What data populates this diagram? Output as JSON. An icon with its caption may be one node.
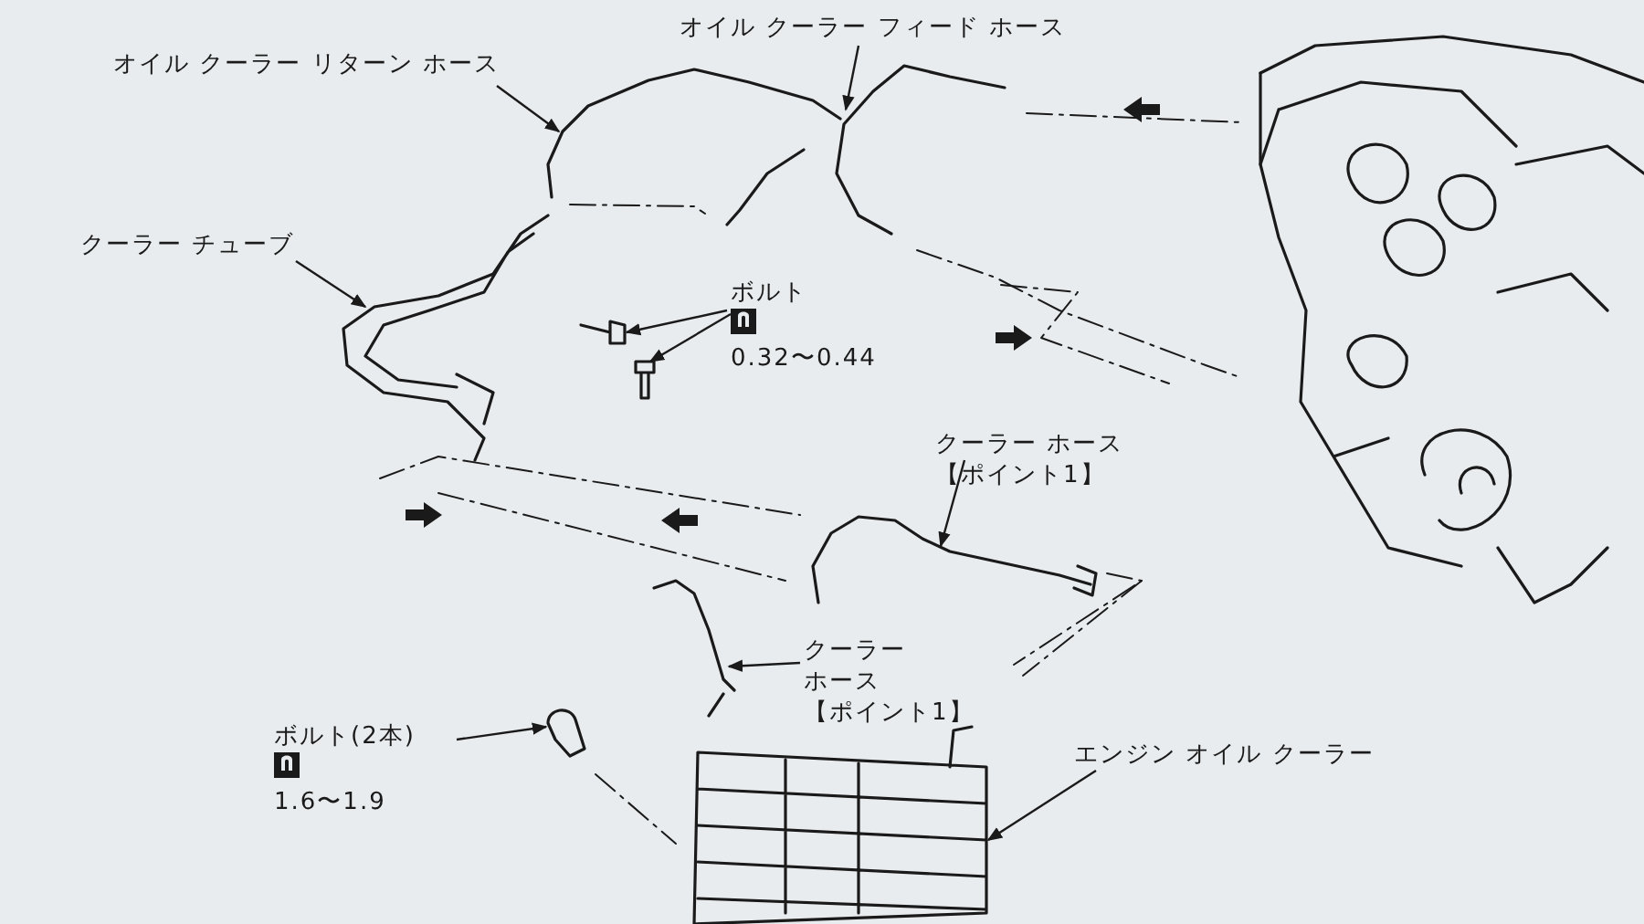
{
  "diagram": {
    "nodes": [
      {
        "text": [
          "オイル クーラー フィード ホース"
        ]
      },
      {
        "text": [],
        "shape": "picture"
      },
      {
        "text": [
          "オイル クーラー リターン ホース"
        ]
      },
      {
        "text": [],
        "shape": "picture"
      },
      {
        "text": [
          "クーラー チューブ"
        ]
      },
      {
        "text": [],
        "shape": "picture"
      },
      {
        "text": [
          "ボルト",
          "0.32〜0.44"
        ]
      },
      {
        "text": [],
        "shape": "picture"
      },
      {
        "text": [],
        "shape": "picture"
      },
      {
        "text": [
          "クーラー ホース",
          "【ポイント1】"
        ]
      },
      {
        "text": [],
        "shape": "picture"
      },
      {
        "text": [
          "クーラーホース",
          "【ポイント1】"
        ]
      },
      {
        "text": [],
        "shape": "picture"
      },
      {
        "text": [
          "ボルト(2本)",
          "1.6〜1.9"
        ]
      },
      {
        "text": [],
        "shape": "picture"
      },
      {
        "text": [
          "エンジン オイル クーラー"
        ]
      },
      {
        "text": [],
        "shape": "picture"
      }
    ],
    "edges": [
      {
        "from": 0,
        "to": 1,
        "arrow": "to"
      },
      {
        "from": 2,
        "to": 3,
        "arrow": "to"
      },
      {
        "from": 4,
        "to": 5,
        "arrow": "to"
      },
      {
        "from": 6,
        "to": 7,
        "arrow": "to"
      },
      {
        "from": 6,
        "to": 8,
        "arrow": "to"
      },
      {
        "from": 9,
        "to": 10,
        "arrow": "to"
      },
      {
        "from": 11,
        "to": 12,
        "arrow": "to"
      },
      {
        "from": 13,
        "to": 14,
        "arrow": "to"
      },
      {
        "from": 15,
        "to": 16,
        "arrow": "to"
      }
    ]
  }
}
